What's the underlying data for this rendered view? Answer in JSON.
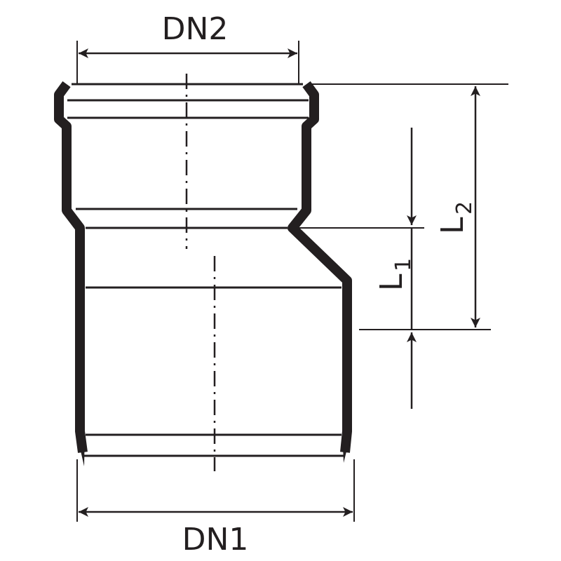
{
  "labels": {
    "dn2": "DN2",
    "dn1": "DN1",
    "l1_main": "L",
    "l1_sub": "1",
    "l2_main": "L",
    "l2_sub": "2"
  },
  "colors": {
    "stroke": "#231f20",
    "background": "#ffffff"
  }
}
